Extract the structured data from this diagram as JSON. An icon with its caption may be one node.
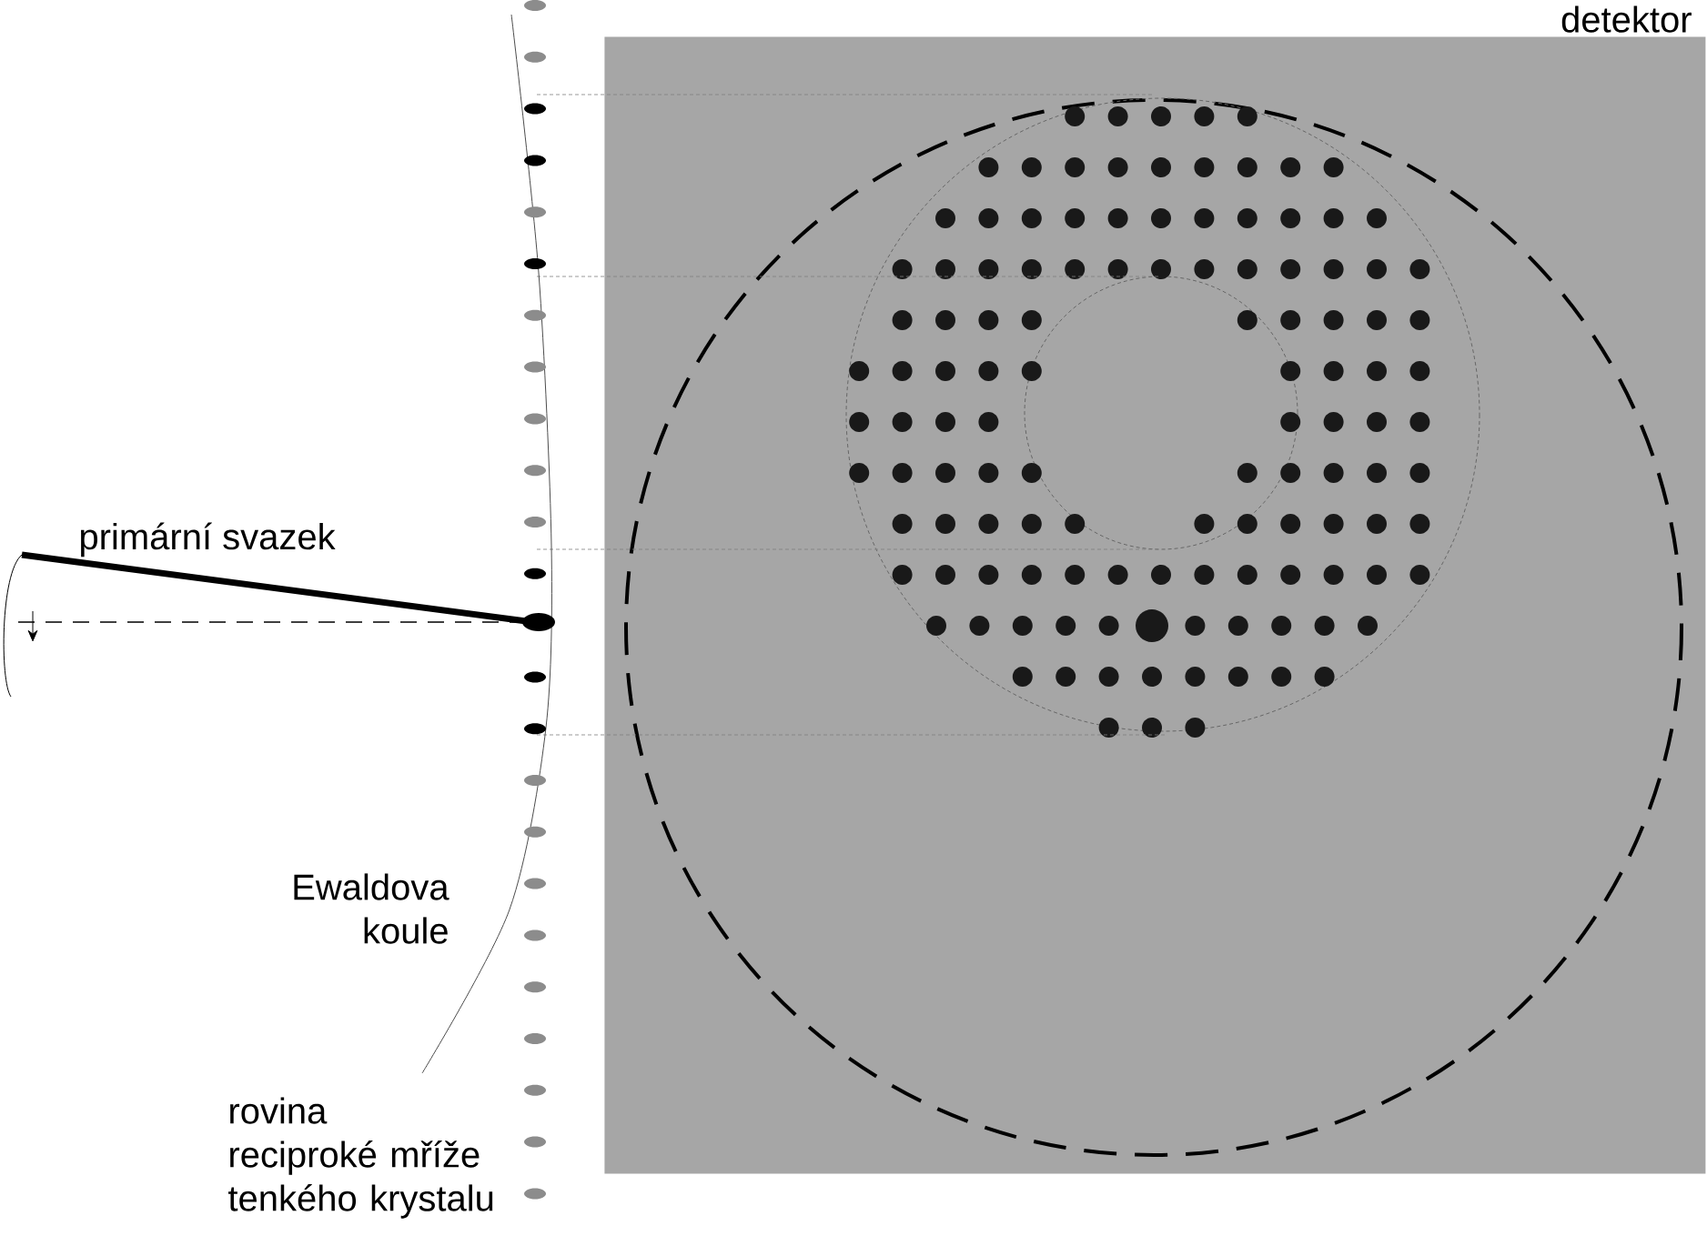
{
  "diagram": {
    "nodes": [
      {
        "text": [
          "detektor"
        ]
      }
    ],
    "labels": [
      "primární svazek",
      "Ewaldova koule",
      "rovina reciproké mříže tenkého krystalu"
    ]
  }
}
